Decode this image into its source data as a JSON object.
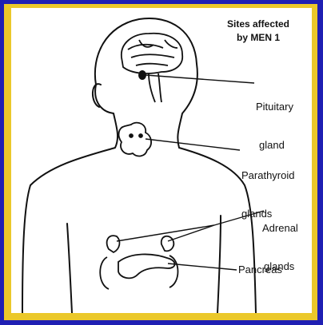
{
  "colors": {
    "outer_background": "#1f1fb3",
    "frame": "#ebc82a",
    "panel": "#ffffff",
    "ink": "#111111"
  },
  "diagram": {
    "title_line1": "Sites affected",
    "title_line2": "by MEN 1",
    "labels": {
      "pituitary_line1": "Pituitary",
      "pituitary_line2": "gland",
      "parathyroid_line1": "Parathyroid",
      "parathyroid_line2": "glands",
      "adrenal_line1": "Adrenal",
      "adrenal_line2": "glands",
      "pancreas": "Pancreas"
    }
  }
}
